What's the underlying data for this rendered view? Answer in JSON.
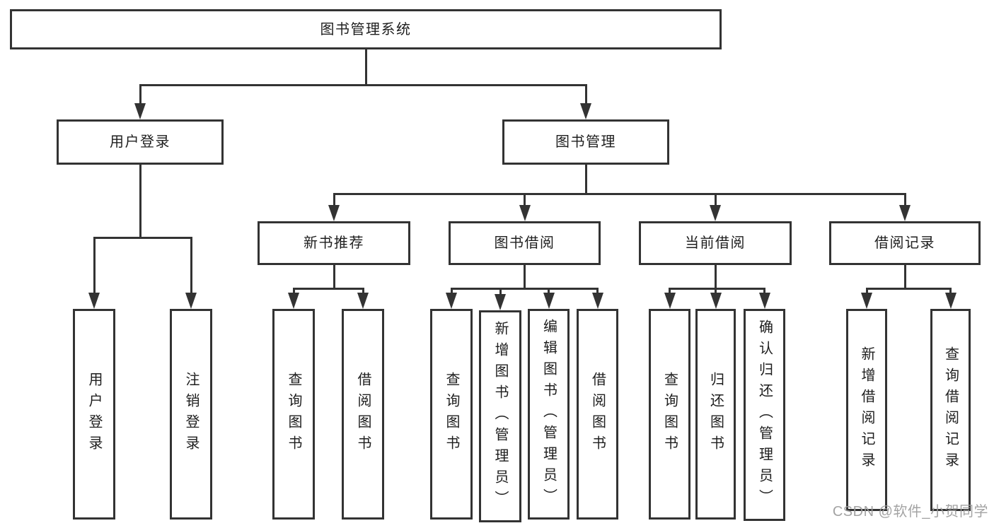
{
  "diagram_title": "图书管理系统",
  "nodes": [
    {
      "id": "root",
      "label": "图书管理系统",
      "level": 1
    },
    {
      "id": "login",
      "label": "用户登录",
      "level": 2
    },
    {
      "id": "mgmt",
      "label": "图书管理",
      "level": 2
    },
    {
      "id": "newrec",
      "label": "新书推荐",
      "level": 3
    },
    {
      "id": "borrow",
      "label": "图书借阅",
      "level": 3
    },
    {
      "id": "current",
      "label": "当前借阅",
      "level": 3
    },
    {
      "id": "records",
      "label": "借阅记录",
      "level": 3
    },
    {
      "id": "leaf-user-login",
      "label": "用户登录",
      "level": 4
    },
    {
      "id": "leaf-logout",
      "label": "注销登录",
      "level": 4
    },
    {
      "id": "leaf-search-book-1",
      "label": "查询图书",
      "level": 4
    },
    {
      "id": "leaf-borrow-book-1",
      "label": "借阅图书",
      "level": 4
    },
    {
      "id": "leaf-search-book-2",
      "label": "查询图书",
      "level": 4
    },
    {
      "id": "leaf-add-book",
      "label": "新增图书（管理员）",
      "level": 4
    },
    {
      "id": "leaf-edit-book",
      "label": "编辑图书（管理员）",
      "level": 4
    },
    {
      "id": "leaf-borrow-book-2",
      "label": "借阅图书",
      "level": 4
    },
    {
      "id": "leaf-search-book-3",
      "label": "查询图书",
      "level": 4
    },
    {
      "id": "leaf-return-book",
      "label": "归还图书",
      "level": 4
    },
    {
      "id": "leaf-confirm-return",
      "label": "确认归还（管理员）",
      "level": 4
    },
    {
      "id": "leaf-add-record",
      "label": "新增借阅记录",
      "level": 4
    },
    {
      "id": "leaf-search-record",
      "label": "查询借阅记录",
      "level": 4
    }
  ],
  "edges": [
    {
      "from": "root",
      "to": [
        "login",
        "mgmt"
      ]
    },
    {
      "from": "login",
      "to": [
        "leaf-user-login",
        "leaf-logout"
      ]
    },
    {
      "from": "mgmt",
      "to": [
        "newrec",
        "borrow",
        "current",
        "records"
      ]
    },
    {
      "from": "newrec",
      "to": [
        "leaf-search-book-1",
        "leaf-borrow-book-1"
      ]
    },
    {
      "from": "borrow",
      "to": [
        "leaf-search-book-2",
        "leaf-add-book",
        "leaf-edit-book",
        "leaf-borrow-book-2"
      ]
    },
    {
      "from": "current",
      "to": [
        "leaf-search-book-3",
        "leaf-return-book",
        "leaf-confirm-return"
      ]
    },
    {
      "from": "records",
      "to": [
        "leaf-add-record",
        "leaf-search-record"
      ]
    }
  ],
  "watermark": {
    "text": "CSDN @软件_小贺同学"
  },
  "colors": {
    "line": "#333333",
    "text": "#1e1e1e",
    "box_background": "#ffffff",
    "page_background": "#ffffff",
    "watermark": "#9c9c9c"
  }
}
